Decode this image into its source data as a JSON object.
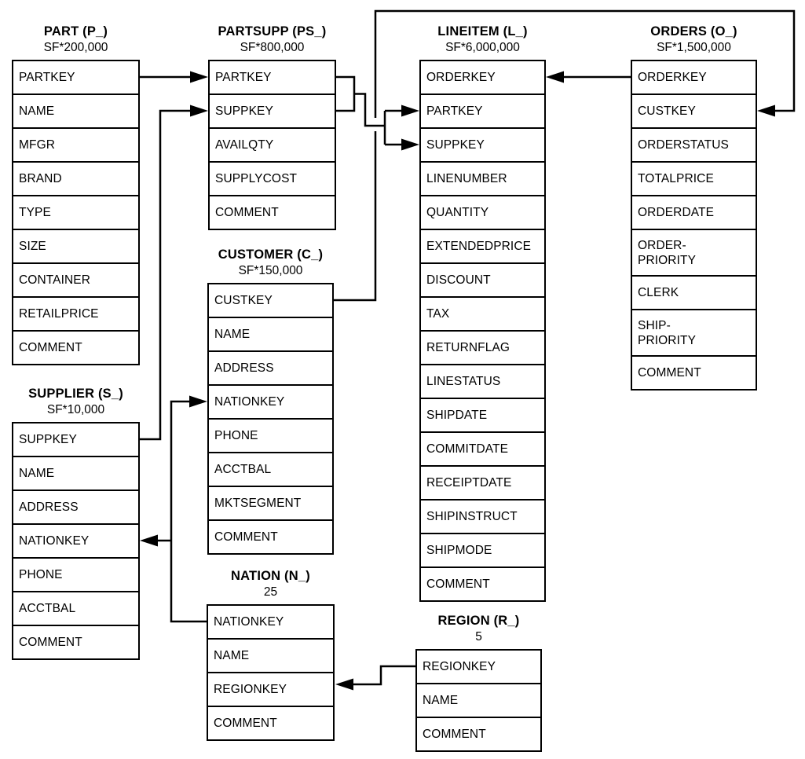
{
  "colors": {
    "line": "#000000",
    "text": "#000000",
    "background": "#ffffff"
  },
  "tables": [
    {
      "id": "part",
      "title": "PART (P_)",
      "subtitle": "SF*200,000",
      "columns": [
        "PARTKEY",
        "NAME",
        "MFGR",
        "BRAND",
        "TYPE",
        "SIZE",
        "CONTAINER",
        "RETAILPRICE",
        "COMMENT"
      ]
    },
    {
      "id": "partsupp",
      "title": "PARTSUPP (PS_)",
      "subtitle": "SF*800,000",
      "columns": [
        "PARTKEY",
        "SUPPKEY",
        "AVAILQTY",
        "SUPPLYCOST",
        "COMMENT"
      ]
    },
    {
      "id": "lineitem",
      "title": "LINEITEM (L_)",
      "subtitle": "SF*6,000,000",
      "columns": [
        "ORDERKEY",
        "PARTKEY",
        "SUPPKEY",
        "LINENUMBER",
        "QUANTITY",
        "EXTENDEDPRICE",
        "DISCOUNT",
        "TAX",
        "RETURNFLAG",
        "LINESTATUS",
        "SHIPDATE",
        "COMMITDATE",
        "RECEIPTDATE",
        "SHIPINSTRUCT",
        "SHIPMODE",
        "COMMENT"
      ]
    },
    {
      "id": "orders",
      "title": "ORDERS (O_)",
      "subtitle": "SF*1,500,000",
      "columns": [
        "ORDERKEY",
        "CUSTKEY",
        "ORDERSTATUS",
        "TOTALPRICE",
        "ORDERDATE",
        "ORDER-\nPRIORITY",
        "CLERK",
        "SHIP-\nPRIORITY",
        "COMMENT"
      ]
    },
    {
      "id": "customer",
      "title": "CUSTOMER (C_)",
      "subtitle": "SF*150,000",
      "columns": [
        "CUSTKEY",
        "NAME",
        "ADDRESS",
        "NATIONKEY",
        "PHONE",
        "ACCTBAL",
        "MKTSEGMENT",
        "COMMENT"
      ]
    },
    {
      "id": "supplier",
      "title": "SUPPLIER (S_)",
      "subtitle": "SF*10,000",
      "columns": [
        "SUPPKEY",
        "NAME",
        "ADDRESS",
        "NATIONKEY",
        "PHONE",
        "ACCTBAL",
        "COMMENT"
      ]
    },
    {
      "id": "nation",
      "title": "NATION (N_)",
      "subtitle": "25",
      "columns": [
        "NATIONKEY",
        "NAME",
        "REGIONKEY",
        "COMMENT"
      ]
    },
    {
      "id": "region",
      "title": "REGION (R_)",
      "subtitle": "5",
      "columns": [
        "REGIONKEY",
        "NAME",
        "COMMENT"
      ]
    }
  ],
  "relationships": [
    {
      "from": "PART.PARTKEY",
      "to": "PARTSUPP.PARTKEY"
    },
    {
      "from": "SUPPLIER.SUPPKEY",
      "to": "PARTSUPP.SUPPKEY"
    },
    {
      "from": "PARTSUPP.PARTKEY",
      "to": "LINEITEM.PARTKEY"
    },
    {
      "from": "PARTSUPP.SUPPKEY",
      "to": "LINEITEM.SUPPKEY"
    },
    {
      "from": "ORDERS.ORDERKEY",
      "to": "LINEITEM.ORDERKEY"
    },
    {
      "from": "CUSTOMER.CUSTKEY",
      "to": "ORDERS.CUSTKEY"
    },
    {
      "from": "NATION.NATIONKEY",
      "to": "CUSTOMER.NATIONKEY"
    },
    {
      "from": "NATION.NATIONKEY",
      "to": "SUPPLIER.NATIONKEY"
    },
    {
      "from": "REGION.REGIONKEY",
      "to": "NATION.REGIONKEY"
    }
  ]
}
